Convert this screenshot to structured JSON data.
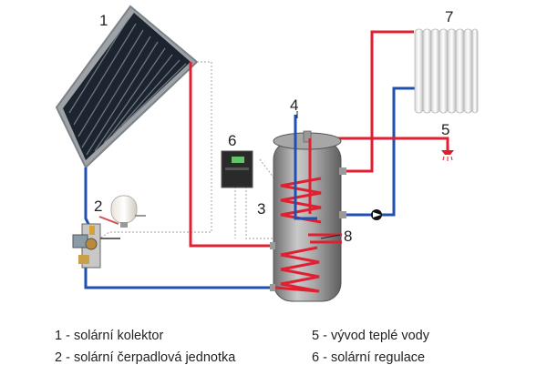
{
  "colors": {
    "hot_pipe": "#e02030",
    "cold_pipe": "#2050b0",
    "signal_wire": "#b0b0b0",
    "tank_body": "#8e8e8e",
    "collector_frame": "#9ea3a8",
    "collector_glass": "#1c2430"
  },
  "icons": {
    "collector": "solar-collector-icon",
    "expansion_vessel": "expansion-vessel-icon",
    "pump_group": "pump-group-icon",
    "controller": "controller-icon",
    "tank": "storage-tank-icon",
    "radiator": "radiator-icon",
    "hot_water_outlet": "shower-head-icon",
    "circulation_pump": "circulation-pump-icon"
  },
  "numbers": {
    "n1": "1",
    "n2": "2",
    "n3": "3",
    "n4": "4",
    "n5": "5",
    "n6": "6",
    "n7": "7",
    "n8": "8"
  },
  "legend": {
    "item1": "1 - solární kolektor",
    "item2": "2 - solární čerpadlová jednotka",
    "item5": "5 - vývod teplé vody",
    "item6": "6 - solární regulace"
  }
}
